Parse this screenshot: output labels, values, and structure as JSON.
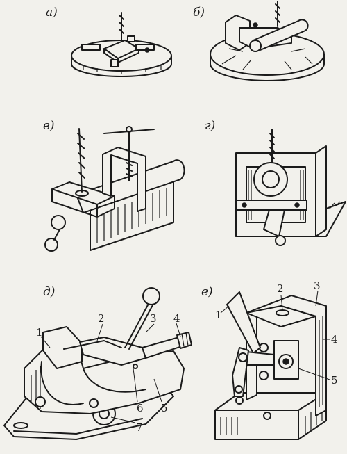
{
  "panels": {
    "a": {
      "label": "а)"
    },
    "b": {
      "label": "б)"
    },
    "v": {
      "label": "в)"
    },
    "g": {
      "label": "г)"
    },
    "d": {
      "label": "д)",
      "callouts": [
        "1",
        "2",
        "3",
        "4",
        "5",
        "6",
        "7"
      ]
    },
    "e": {
      "label": "е)",
      "callouts": [
        "1",
        "2",
        "3",
        "4",
        "5"
      ]
    }
  },
  "colors": {
    "ink": "#1b1b1b",
    "paper": "#f2f1ec"
  }
}
